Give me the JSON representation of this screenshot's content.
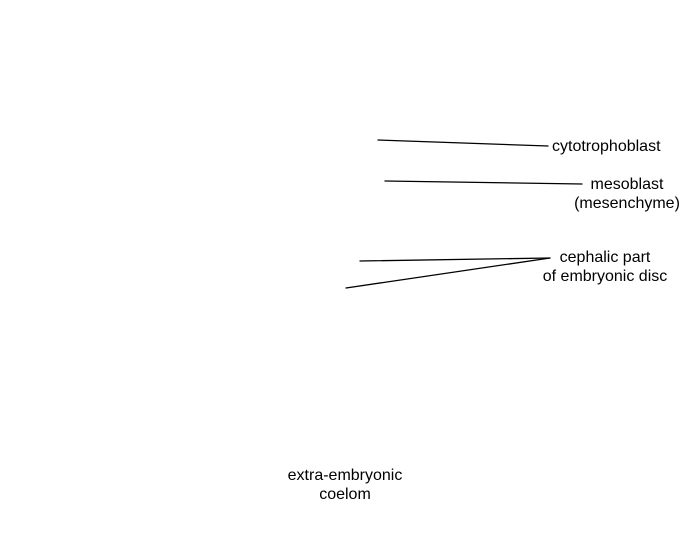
{
  "labels": {
    "cytotrophoblast": "cytotrophoblast",
    "mesoblast": {
      "line1": "mesoblast",
      "line2": "(mesenchyme)"
    },
    "cephalic": {
      "line1": "cephalic part",
      "line2": "of embryonic disc"
    },
    "coelom": {
      "line1": "extra-embryonic",
      "line2": "coelom"
    }
  },
  "colors": {
    "line": "#000000",
    "text": "#000000",
    "background": "#ffffff"
  }
}
